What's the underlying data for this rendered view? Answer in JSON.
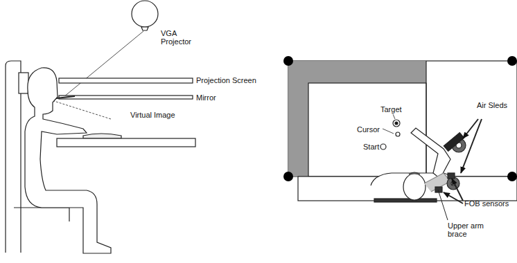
{
  "diagram": {
    "labels": [
      "VGA Projector",
      "Projection Screen",
      "Mirror",
      "Virtual Image",
      "Target",
      "Cursor",
      "Start",
      "Air Sleds",
      "FOB sensors",
      "Upper arm brace"
    ]
  }
}
